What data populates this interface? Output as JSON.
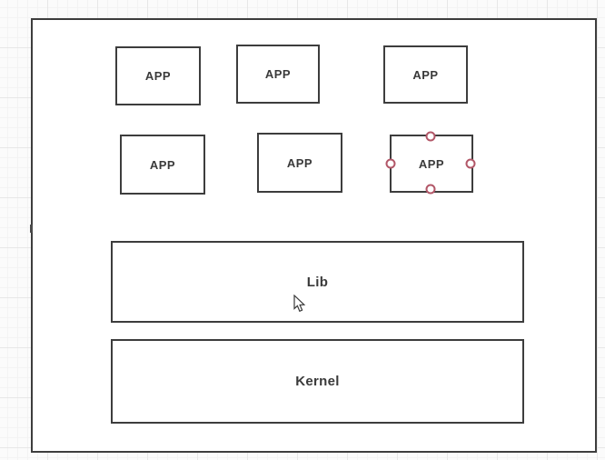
{
  "canvas": {
    "background_color": "#fbfbfb",
    "grid_minor_color": "#f3f3f3",
    "grid_major_color": "#e7e7e7"
  },
  "diagram": {
    "outer_container": {
      "label": ""
    },
    "app_boxes": [
      {
        "label": "APP"
      },
      {
        "label": "APP"
      },
      {
        "label": "APP"
      },
      {
        "label": "APP"
      },
      {
        "label": "APP"
      },
      {
        "label": "APP"
      }
    ],
    "lib_box": {
      "label": "Lib"
    },
    "kernel_box": {
      "label": "Kernel"
    },
    "selection": {
      "selected_box_index": 5,
      "handle_fill": "#ffffff",
      "handle_ring_color": "#b25768",
      "handle_positions": [
        "top",
        "right",
        "bottom",
        "left"
      ]
    },
    "stroke_color": "#3d3d3d",
    "text_color": "#3a3a3a",
    "shape_fill": "#ffffff"
  },
  "cursor": {
    "type": "arrow-pointer"
  }
}
